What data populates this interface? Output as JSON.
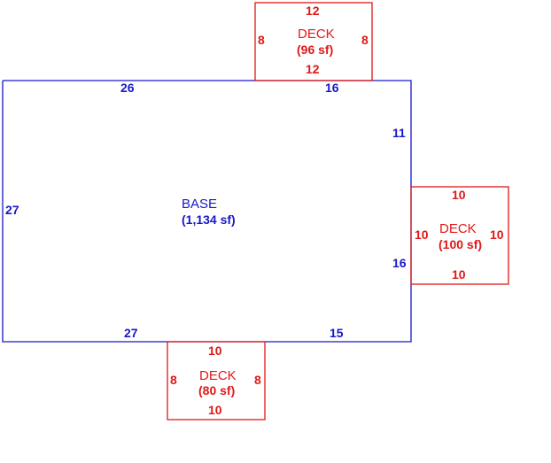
{
  "colors": {
    "base": "#1818c8",
    "deck": "#e01818",
    "background": "#ffffff"
  },
  "base": {
    "name": "BASE",
    "area": "(1,134 sf)",
    "dims": {
      "top_left": "26",
      "top_right": "16",
      "right_upper": "11",
      "left": "27",
      "right_lower": "16",
      "bottom_left": "27",
      "bottom_right": "15"
    }
  },
  "decks": {
    "top": {
      "name": "DECK",
      "area": "(96 sf)",
      "top": "12",
      "bottom": "12",
      "left": "8",
      "right": "8"
    },
    "right": {
      "name": "DECK",
      "area": "(100 sf)",
      "top": "10",
      "bottom": "10",
      "left": "10",
      "right": "10"
    },
    "bottom": {
      "name": "DECK",
      "area": "(80 sf)",
      "top": "10",
      "bottom": "10",
      "left": "8",
      "right": "8"
    }
  }
}
